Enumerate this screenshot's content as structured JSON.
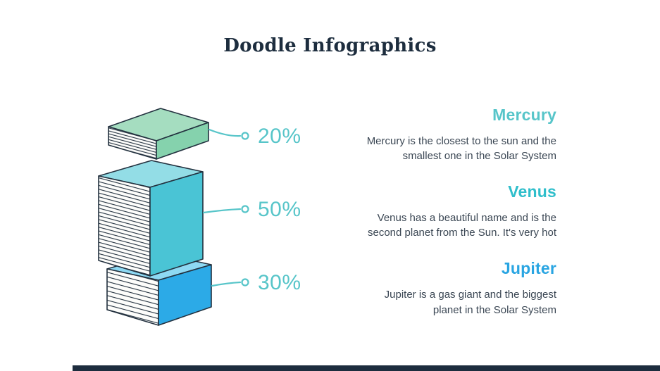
{
  "title": "Doodle Infographics",
  "chart_data": {
    "type": "bar",
    "title": "Doodle Infographics",
    "categories": [
      "Mercury",
      "Venus",
      "Jupiter"
    ],
    "values": [
      20,
      50,
      30
    ],
    "unit": "%",
    "value_labels": [
      "20%",
      "50%",
      "30%"
    ],
    "bar_colors": [
      "#85d2ad",
      "#4ac4d5",
      "#2caae7"
    ],
    "legend_position": "none",
    "grid": false
  },
  "percent_labels": [
    "20%",
    "50%",
    "30%"
  ],
  "planets": [
    {
      "name": "Mercury",
      "color": "#57c5c9",
      "description": "Mercury is the closest to the sun and the\nsmallest one in the Solar System"
    },
    {
      "name": "Venus",
      "color": "#2fbecb",
      "description": "Venus has a beautiful name and is the\nsecond planet from the Sun. It's very hot"
    },
    {
      "name": "Jupiter",
      "color": "#29a5e2",
      "description": "Jupiter is a gas giant and the biggest\nplanet in the Solar System"
    }
  ],
  "colors": {
    "title": "#1d2d3e",
    "accent_teal": "#57c5c9",
    "accent_blue": "#29a5e2",
    "outline": "#23313f",
    "footer_bar": "#1d2d3e",
    "background": "#ffffff"
  }
}
